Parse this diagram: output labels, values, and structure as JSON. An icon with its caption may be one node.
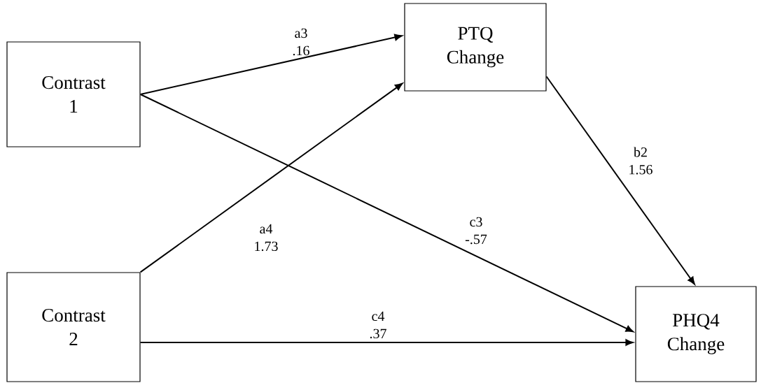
{
  "diagram": {
    "nodes": [
      {
        "text": [
          "Contrast 1"
        ]
      },
      {
        "text": [
          "Contrast 2"
        ]
      },
      {
        "text": [
          "PTQ Change"
        ]
      },
      {
        "text": [
          "PHQ4 Change"
        ]
      }
    ],
    "edges": [
      {
        "from": 0,
        "to": 2,
        "arrow": "to",
        "label": "a3 .16"
      },
      {
        "from": 1,
        "to": 2,
        "arrow": "to",
        "label": "a4 1.73"
      },
      {
        "from": 0,
        "to": 3,
        "arrow": "to",
        "label": "c3 -.57"
      },
      {
        "from": 1,
        "to": 3,
        "arrow": "to",
        "label": "c4 .37"
      },
      {
        "from": 2,
        "to": 3,
        "arrow": "to",
        "label": "b2 1.56"
      }
    ]
  }
}
